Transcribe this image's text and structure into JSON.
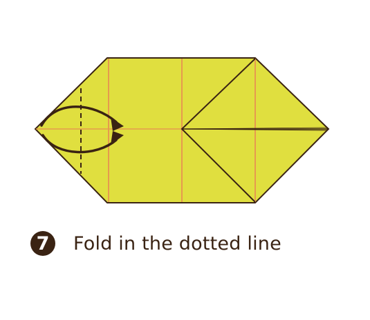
{
  "step": {
    "number": "7",
    "instruction": "Fold in the dotted line"
  },
  "colors": {
    "paper": "#e0df3f",
    "outline": "#3a2313",
    "crease": "#e69a4e",
    "arrow": "#3a2313",
    "badge": "#3a2313"
  },
  "icons": {
    "badge": "step-number-circle",
    "arrow": "fold-arrow-icon"
  }
}
